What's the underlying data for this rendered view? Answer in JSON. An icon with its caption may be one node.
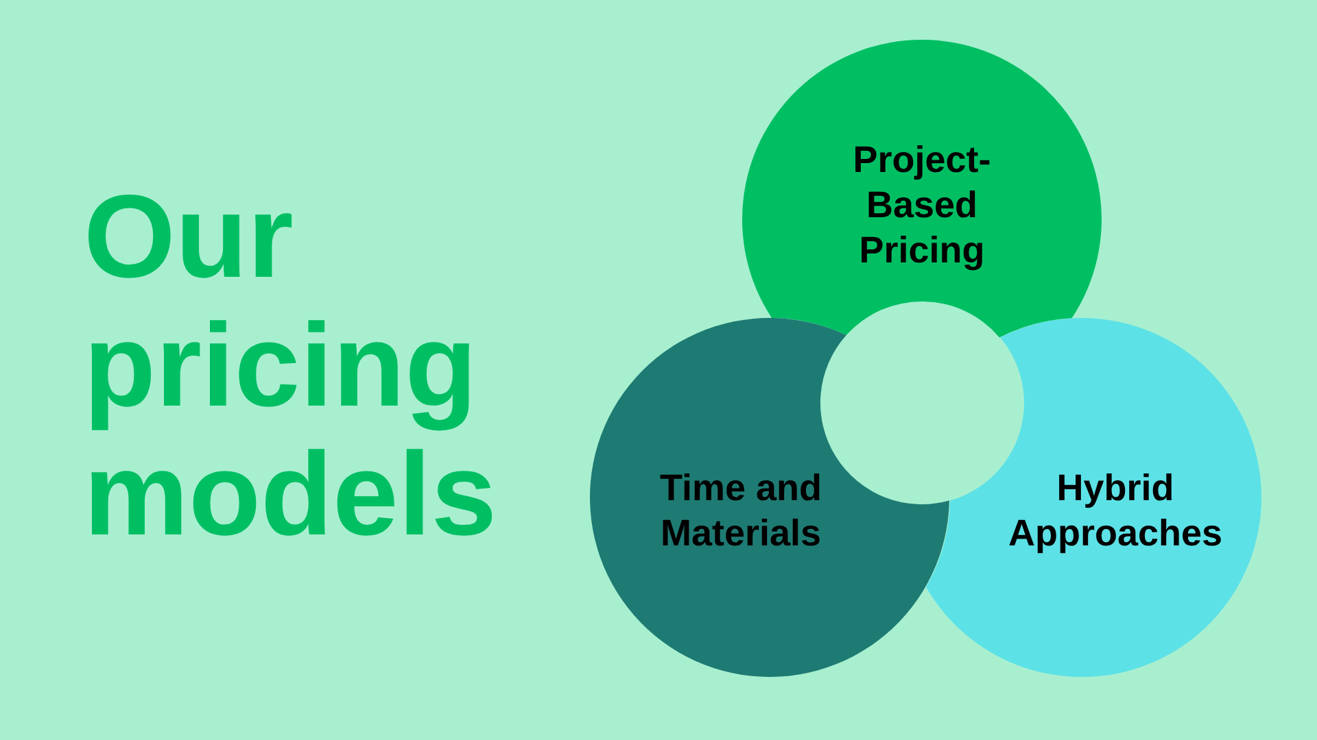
{
  "diagram": {
    "title": "Our pricing models",
    "nodes": [
      {
        "text": [
          "Project-Based Pricing"
        ]
      },
      {
        "text": [
          "Time and Materials"
        ]
      },
      {
        "text": [
          "Hybrid Approaches"
        ]
      }
    ]
  }
}
